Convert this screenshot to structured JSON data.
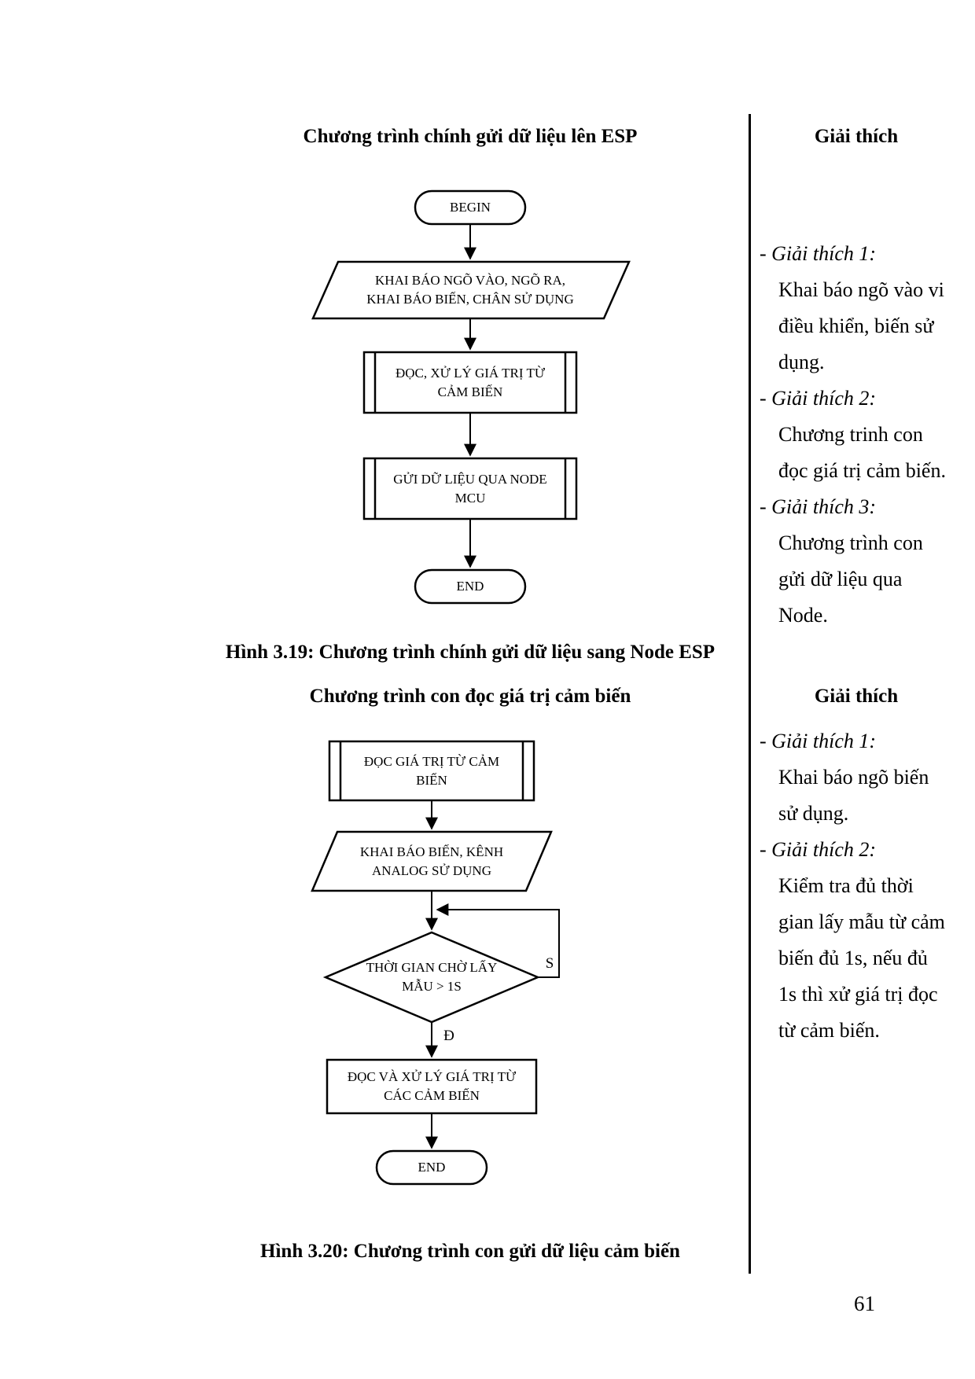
{
  "page": {
    "number": "61"
  },
  "sections": [
    {
      "title": "Chương trình chính gửi dữ liệu lên ESP",
      "explain_header": "Giải thích",
      "caption": "Hình 3.19: Chương trình chính gửi dữ liệu sang Node ESP",
      "flowchart": {
        "begin": "BEGIN",
        "declare": "KHAI BÁO NGÕ VÀO, NGÕ RA,\nKHAI BÁO BIẾN, CHÂN SỬ DỤNG",
        "read_subprocess": "ĐỌC, XỬ LÝ GIÁ TRỊ TỪ\nCẢM BIẾN",
        "send_subprocess": "GỬI DỮ LIỆU QUA NODE\nMCU",
        "end": "END"
      },
      "notes": [
        {
          "title": "- Giải thích 1:",
          "body": "Khai báo ngõ vào vi\nđiều khiển, biến sử\ndụng."
        },
        {
          "title": "- Giải thích 2:",
          "body": "Chương trinh con\nđọc giá trị cảm biến."
        },
        {
          "title": "- Giải thích 3:",
          "body": "Chương trình con\ngửi dữ liệu qua\nNode."
        }
      ]
    },
    {
      "title": "Chương trình con đọc giá trị cảm biến",
      "explain_header": "Giải thích",
      "caption": "Hình 3.20: Chương trình con gửi dữ liệu cảm biến",
      "flowchart": {
        "subprocess": "ĐỌC GIÁ TRỊ TỪ CẢM\nBIẾN",
        "declare": "KHAI BÁO BIẾN, KÊNH\nANALOG SỬ DỤNG",
        "decision": "THỜI GIAN CHỜ LẤY\nMẪU > 1S",
        "branch_no": "S",
        "branch_yes": "Đ",
        "process": "ĐỌC VÀ XỬ LÝ GIÁ TRỊ TỪ\nCÁC CẢM BIẾN",
        "end": "END"
      },
      "notes": [
        {
          "title": "- Giải thích 1:",
          "body": "Khai báo ngõ biến\nsử dụng."
        },
        {
          "title": "- Giải thích 2:",
          "body": "Kiểm tra đủ thời\ngian lấy mẫu từ cảm\nbiến đủ 1s, nếu đủ\n1s thì xử giá trị đọc\ntừ cảm biến."
        }
      ]
    }
  ]
}
